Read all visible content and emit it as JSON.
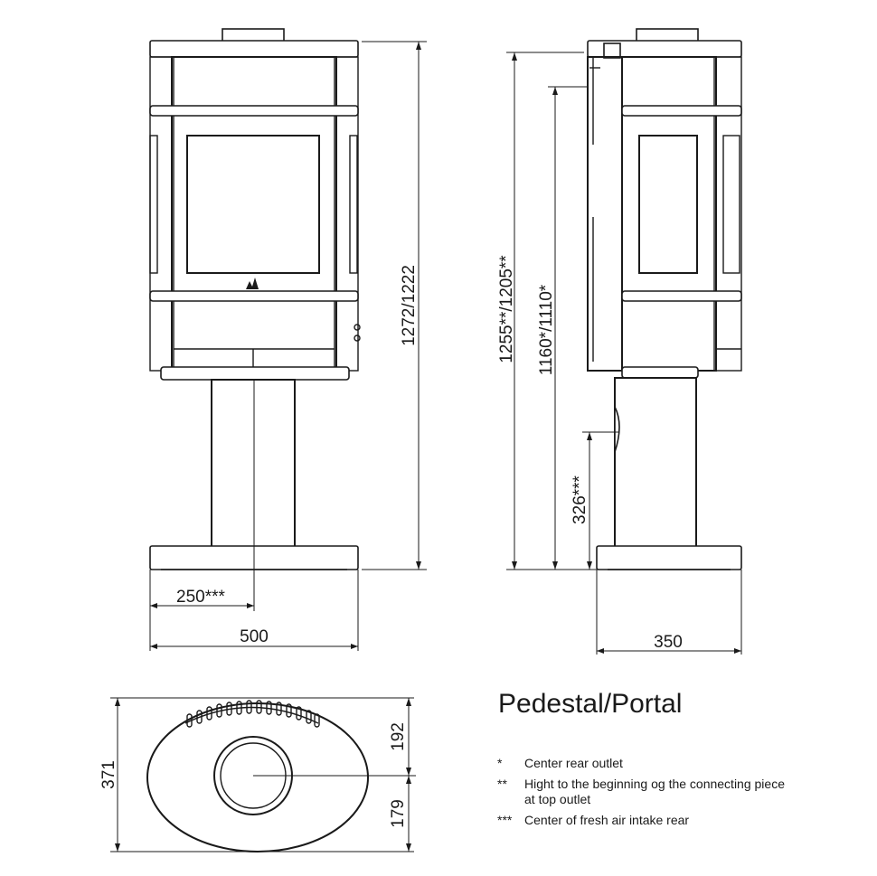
{
  "title": "Pedestal/Portal",
  "dimensions": {
    "front_total_height": "1272/1222",
    "front_width": "500",
    "front_air_offset": "250***",
    "side_top_height": "1255**/1205**",
    "side_outlet_height": "1160*/1110*",
    "side_air_height": "326***",
    "side_depth": "350",
    "base_depth": "371",
    "base_front_offset": "192",
    "base_rear_offset": "179"
  },
  "notes": [
    {
      "mark": "*",
      "text": "Center rear outlet"
    },
    {
      "mark": "**",
      "text": "Hight to the beginning og the connecting piece at top outlet"
    },
    {
      "mark": "***",
      "text": "Center of fresh air intake rear"
    }
  ]
}
